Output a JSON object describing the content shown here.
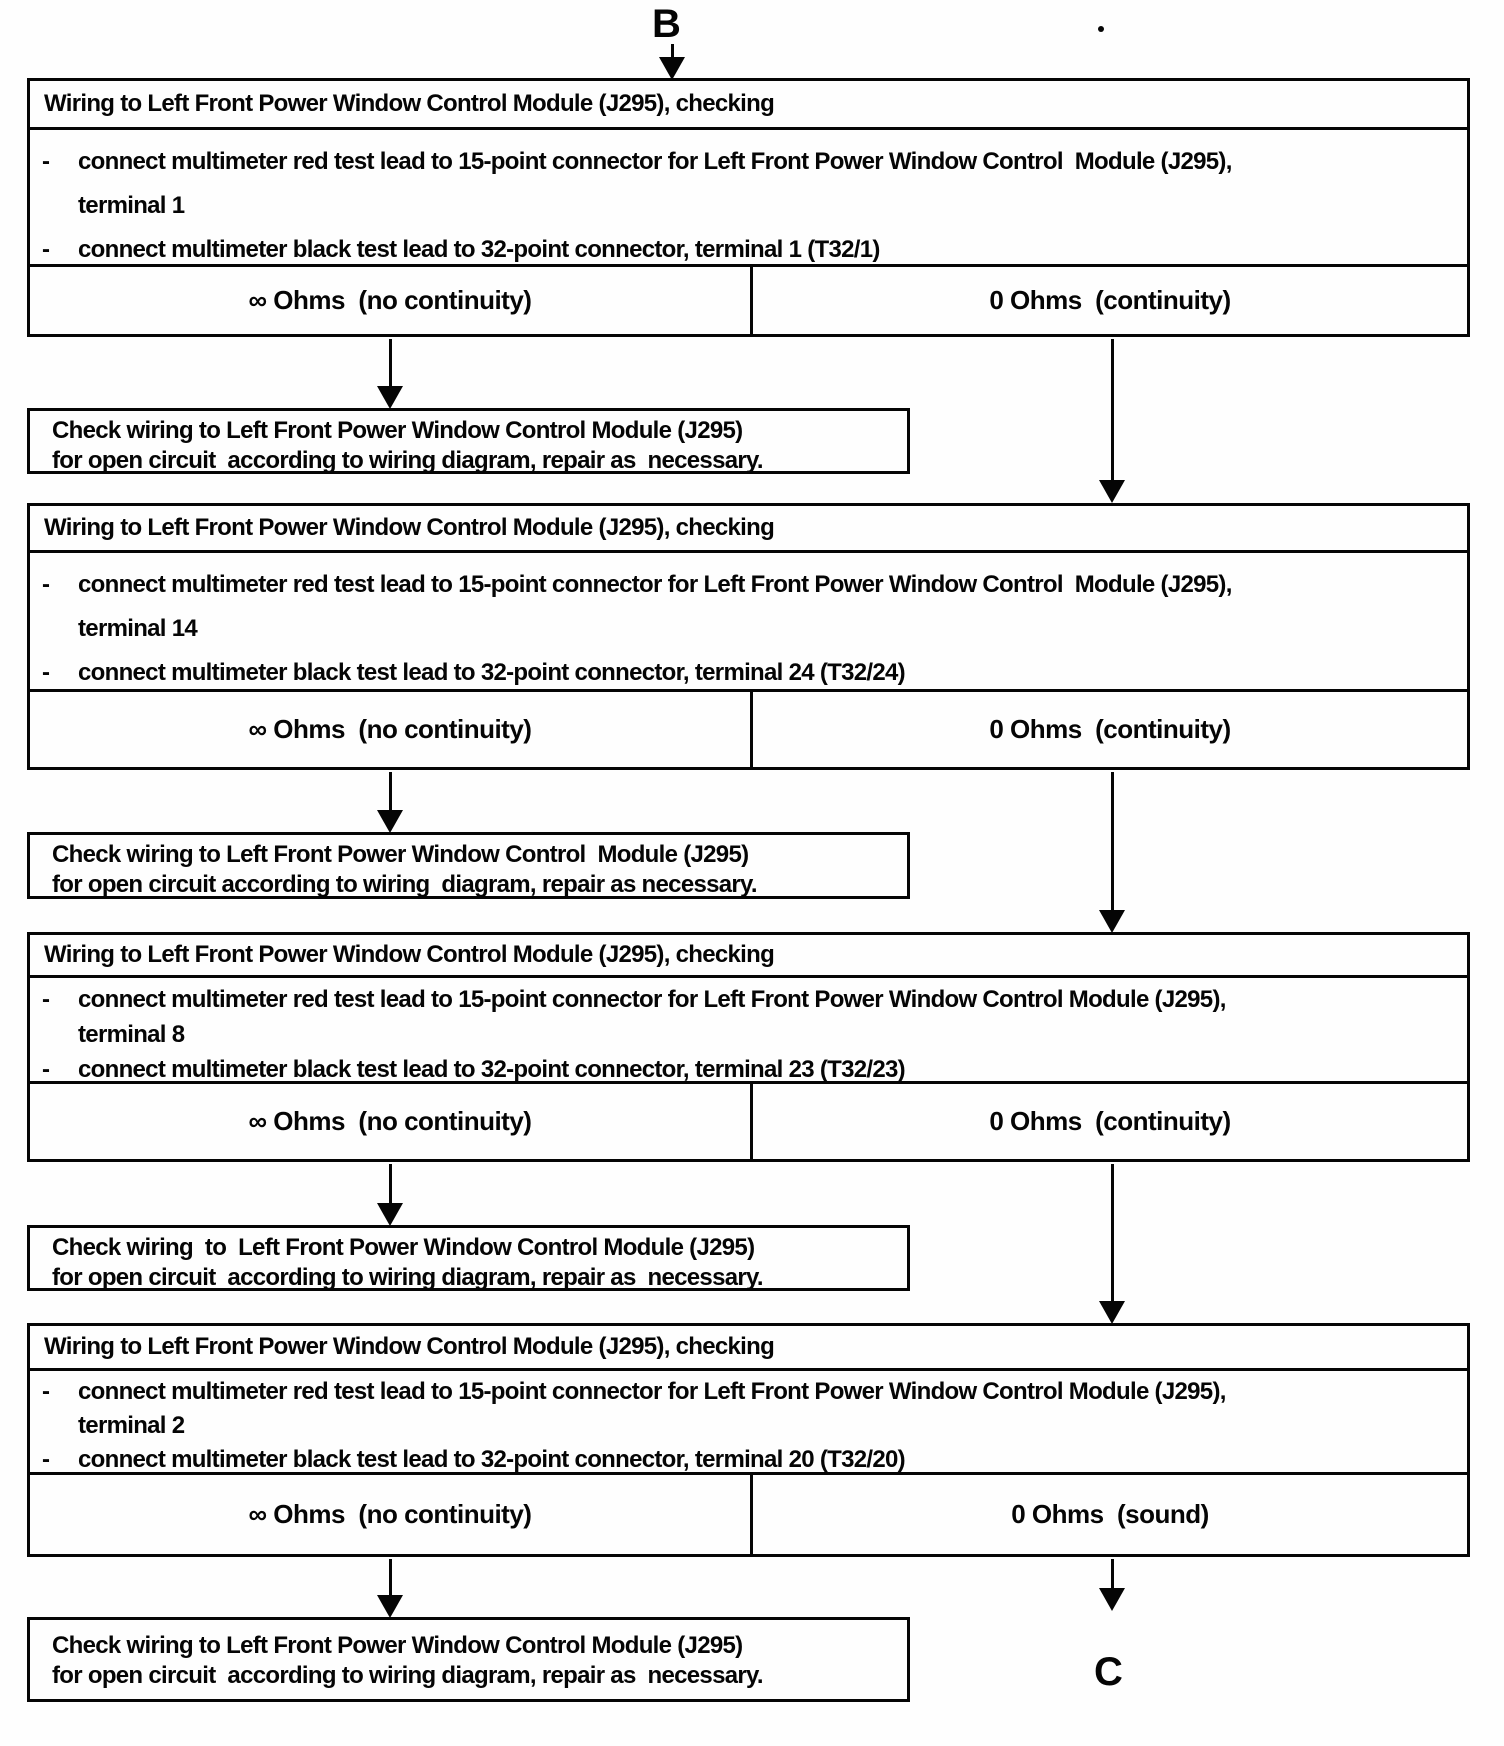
{
  "connector_labels": {
    "entry": "B",
    "exit": "C"
  },
  "bullet": "-",
  "blocks": [
    {
      "title": "Wiring to Left Front Power Window Control Module (J295), checking",
      "steps": [
        "connect multimeter red test lead to 15-point connector for Left Front Power Window Control  Module (J295),\nterminal 1",
        "connect multimeter black test lead to 32-point connector, terminal 1 (T32/1)"
      ],
      "outcome_left": "∞ Ohms  (no continuity)",
      "outcome_right": "0 Ohms  (continuity)",
      "action": "Check wiring to Left Front Power Window Control Module (J295)\nfor open circuit  according to wiring diagram, repair as  necessary."
    },
    {
      "title": "Wiring to Left Front Power Window Control Module (J295), checking",
      "steps": [
        "connect multimeter red test lead to 15-point connector for Left Front Power Window Control  Module (J295),\nterminal 14",
        "connect multimeter black test lead to 32-point connector, terminal 24 (T32/24)"
      ],
      "outcome_left": "∞ Ohms  (no continuity)",
      "outcome_right": "0 Ohms  (continuity)",
      "action": "Check wiring to Left Front Power Window Control  Module (J295)\nfor open circuit according to wiring  diagram, repair as necessary."
    },
    {
      "title": "Wiring to Left Front Power Window Control Module (J295), checking",
      "steps": [
        "connect multimeter red test lead to 15-point connector for Left Front Power Window Control Module (J295),\nterminal 8",
        "connect multimeter black test lead to 32-point connector, terminal 23 (T32/23)"
      ],
      "outcome_left": "∞ Ohms  (no continuity)",
      "outcome_right": "0 Ohms  (continuity)",
      "action": "Check wiring  to  Left Front Power Window Control Module (J295)\nfor open circuit  according to wiring diagram, repair as  necessary."
    },
    {
      "title": "Wiring to Left Front Power Window Control Module (J295), checking",
      "steps": [
        "connect multimeter red test lead to 15-point connector for Left Front Power Window Control Module (J295),\nterminal 2",
        "connect multimeter black test lead to 32-point connector, terminal 20 (T32/20)"
      ],
      "outcome_left": "∞ Ohms  (no continuity)",
      "outcome_right": "0 Ohms  (sound)",
      "action": "Check wiring to Left Front Power Window Control Module (J295)\nfor open circuit  according to wiring diagram, repair as  necessary."
    }
  ]
}
